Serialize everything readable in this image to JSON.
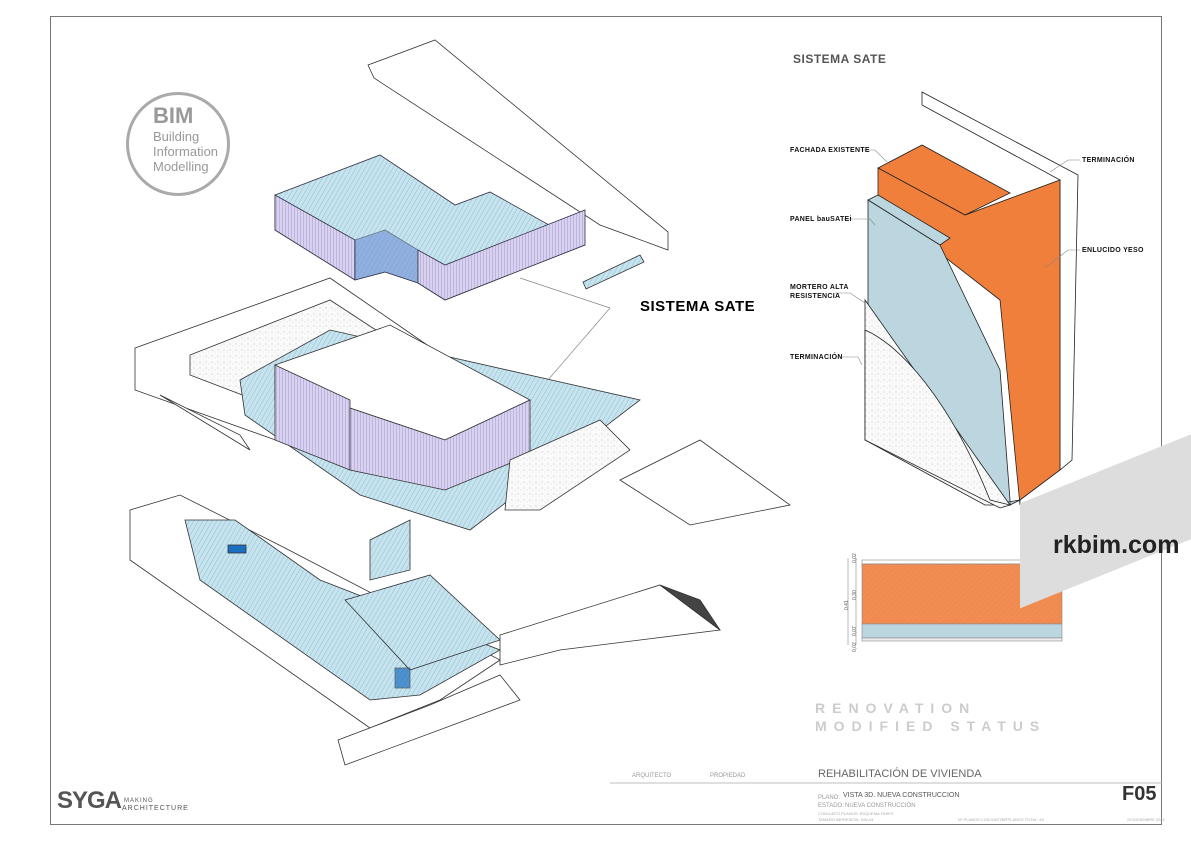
{
  "logo_bim": {
    "title": "BIM",
    "line1": "Building",
    "line2": "Information",
    "line3": "Modelling"
  },
  "model_label": "SISTEMA SATE",
  "detail": {
    "title": "SISTEMA SATE",
    "callouts": {
      "fachada": "FACHADA EXISTENTE",
      "panel": "PANEL bauSATEi",
      "mortero": "MORTERO ALTA RESISTENCIA",
      "terminacion_left": "TERMINACIÓN",
      "terminacion_right": "TERMINACIÓN",
      "enlucido": "ENLUCIDO YESO"
    },
    "dimensions": {
      "total": "0,41",
      "top": "0,02",
      "brick": "0,30",
      "panel": "0,07",
      "bottom": "0,02"
    },
    "colors": {
      "brick": "#f07f3c",
      "panel": "#bcd6df",
      "mortar": "#eeeeee"
    }
  },
  "watermark": "rkbim.com",
  "status": {
    "line1": "RENOVATION",
    "line2": "MODIFIED STATUS"
  },
  "title_block": {
    "arquitecto_label": "ARQUITECTO",
    "propiedad_label": "PROPIEDAD",
    "project": "REHABILITACIÓN DE VIVIENDA",
    "plano_label": "PLANO:",
    "plano": "VISTA 3D. NUEVA CONSTRUCCION",
    "estado_label": "ESTADO:",
    "estado": "NUEVA CONSTRUCCIÓN",
    "conjunto": "CONJUNTO PLANOS: ESQUEMA FASES",
    "tamano": "TAMAÑO IMPRESIÓN: DIN A3",
    "n_conjunto": "Nº PLANOS CONJUNTO: 7",
    "n_total": "Nº PLANOS TOTAL: 63",
    "date": "29 DICIEMBRE 2022",
    "sheet": "F05"
  },
  "brand": {
    "name": "SYGA",
    "tagline1": "MAKING",
    "tagline2": "ARCHITECTURE"
  }
}
